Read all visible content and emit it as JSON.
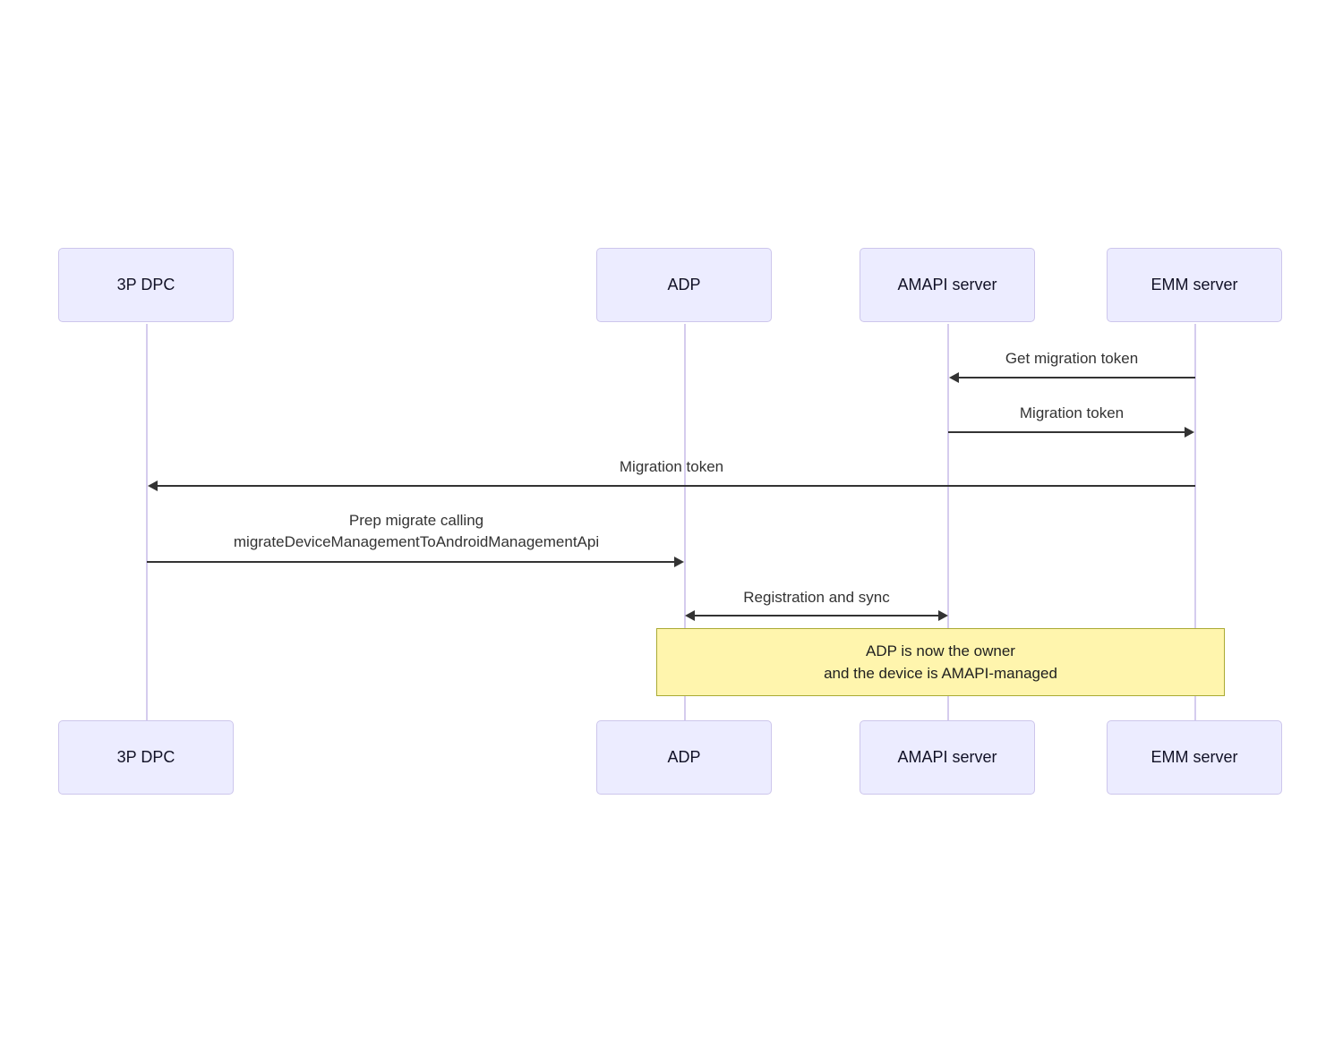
{
  "diagram": {
    "kind": "sequence-diagram",
    "actors": [
      {
        "name": "3P DPC"
      },
      {
        "name": "ADP"
      },
      {
        "name": "AMAPI server"
      },
      {
        "name": "EMM server"
      }
    ],
    "messages": [
      {
        "label": "Get migration token",
        "from": "EMM server",
        "to": "AMAPI server",
        "arrow": "left"
      },
      {
        "label": "Migration token",
        "from": "AMAPI server",
        "to": "EMM server",
        "arrow": "right"
      },
      {
        "label": "Migration token",
        "from": "EMM server",
        "to": "3P DPC",
        "arrow": "left"
      },
      {
        "label_line1": "Prep migrate calling",
        "label_line2": "migrateDeviceManagementToAndroidManagementApi",
        "from": "3P DPC",
        "to": "ADP",
        "arrow": "right"
      },
      {
        "label": "Registration and sync",
        "from": "ADP",
        "to": "AMAPI server",
        "arrow": "both"
      }
    ],
    "note": {
      "line1": "ADP is now the owner",
      "line2": "and the device is AMAPI-managed"
    },
    "colors": {
      "actor_fill": "#ECECFF",
      "actor_border": "#CDC6EC",
      "lifeline": "#D5CCEE",
      "arrow": "#333333",
      "message_text": "#333333",
      "note_fill": "#FFF5AD",
      "note_border": "#AAAA33"
    }
  }
}
